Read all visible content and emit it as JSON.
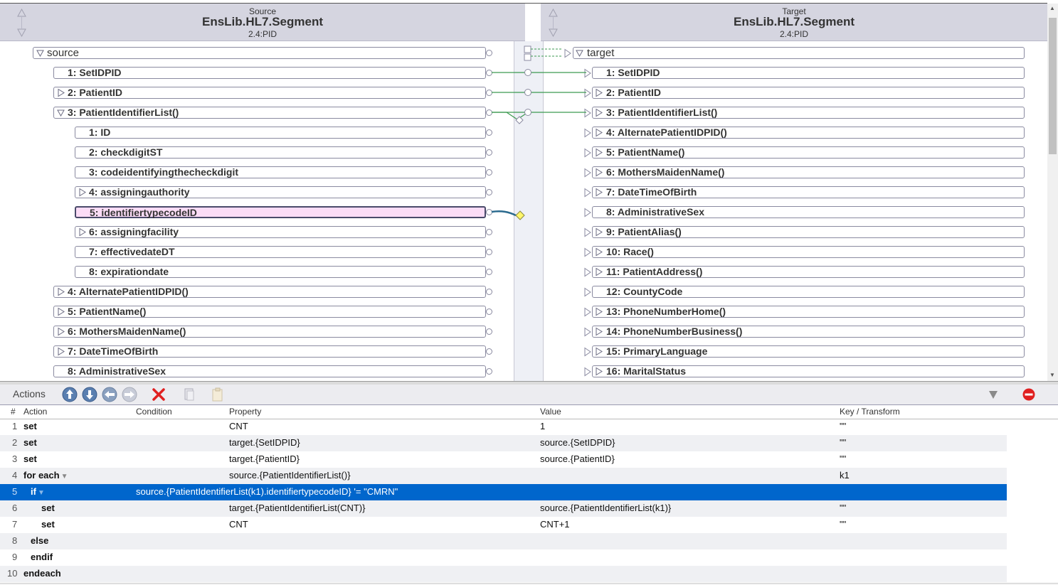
{
  "source_header": {
    "label": "Source",
    "class_name": "EnsLib.HL7.Segment",
    "doc_type": "2.4:PID"
  },
  "target_header": {
    "label": "Target",
    "class_name": "EnsLib.HL7.Segment",
    "doc_type": "2.4:PID"
  },
  "source_tree": [
    {
      "label": "source",
      "level": 0,
      "expander": "open",
      "plain": true
    },
    {
      "label": "1: SetIDPID",
      "level": 1,
      "expander": "none"
    },
    {
      "label": "2: PatientID",
      "level": 1,
      "expander": "closed"
    },
    {
      "label": "3: PatientIdentifierList()",
      "level": 1,
      "expander": "open"
    },
    {
      "label": "1: ID",
      "level": 2,
      "expander": "none"
    },
    {
      "label": "2: checkdigitST",
      "level": 2,
      "expander": "none"
    },
    {
      "label": "3: codeidentifyingthecheckdigit",
      "level": 2,
      "expander": "none"
    },
    {
      "label": "4: assigningauthority",
      "level": 2,
      "expander": "closed"
    },
    {
      "label": "5: identifiertypecodeID",
      "level": 2,
      "expander": "none",
      "selected": true
    },
    {
      "label": "6: assigningfacility",
      "level": 2,
      "expander": "closed"
    },
    {
      "label": "7: effectivedateDT",
      "level": 2,
      "expander": "none"
    },
    {
      "label": "8: expirationdate",
      "level": 2,
      "expander": "none"
    },
    {
      "label": "4: AlternatePatientIDPID()",
      "level": 1,
      "expander": "closed"
    },
    {
      "label": "5: PatientName()",
      "level": 1,
      "expander": "closed"
    },
    {
      "label": "6: MothersMaidenName()",
      "level": 1,
      "expander": "closed"
    },
    {
      "label": "7: DateTimeOfBirth",
      "level": 1,
      "expander": "closed"
    },
    {
      "label": "8: AdministrativeSex",
      "level": 1,
      "expander": "none"
    }
  ],
  "target_tree": [
    {
      "label": "target",
      "expander": "open",
      "plain": true
    },
    {
      "label": "1: SetIDPID",
      "expander": "none"
    },
    {
      "label": "2: PatientID",
      "expander": "closed"
    },
    {
      "label": "3: PatientIdentifierList()",
      "expander": "closed"
    },
    {
      "label": "4: AlternatePatientIDPID()",
      "expander": "closed"
    },
    {
      "label": "5: PatientName()",
      "expander": "closed"
    },
    {
      "label": "6: MothersMaidenName()",
      "expander": "closed"
    },
    {
      "label": "7: DateTimeOfBirth",
      "expander": "closed"
    },
    {
      "label": "8: AdministrativeSex",
      "expander": "none"
    },
    {
      "label": "9: PatientAlias()",
      "expander": "closed"
    },
    {
      "label": "10: Race()",
      "expander": "closed"
    },
    {
      "label": "11: PatientAddress()",
      "expander": "closed"
    },
    {
      "label": "12: CountyCode",
      "expander": "none"
    },
    {
      "label": "13: PhoneNumberHome()",
      "expander": "closed"
    },
    {
      "label": "14: PhoneNumberBusiness()",
      "expander": "closed"
    },
    {
      "label": "15: PrimaryLanguage",
      "expander": "closed"
    },
    {
      "label": "16: MaritalStatus",
      "expander": "closed"
    }
  ],
  "actions_panel": {
    "title": "Actions",
    "toolbar": [
      "move-up",
      "move-down",
      "outdent",
      "indent",
      "delete",
      "copy",
      "paste"
    ],
    "columns": {
      "num": "#",
      "action": "Action",
      "condition": "Condition",
      "property": "Property",
      "value": "Value",
      "key": "Key / Transform"
    },
    "rows": [
      {
        "num": "1",
        "action": "set",
        "indent": 0,
        "condition": "",
        "property": "CNT",
        "value": "1",
        "key": "\"\""
      },
      {
        "num": "2",
        "action": "set",
        "indent": 0,
        "condition": "",
        "property": "target.{SetIDPID}",
        "value": "source.{SetIDPID}",
        "key": "\"\""
      },
      {
        "num": "3",
        "action": "set",
        "indent": 0,
        "condition": "",
        "property": "target.{PatientID}",
        "value": "source.{PatientID}",
        "key": "\"\""
      },
      {
        "num": "4",
        "action": "for each",
        "indent": 0,
        "dropdown": true,
        "condition": "",
        "property": "source.{PatientIdentifierList()}",
        "value": "",
        "key": "k1"
      },
      {
        "num": "5",
        "action": "if",
        "indent": 1,
        "dropdown": true,
        "selected": true,
        "condition": "source.{PatientIdentifierList(k1).identifiertypecodeID} '= \"CMRN\"",
        "property": "",
        "value": "",
        "key": ""
      },
      {
        "num": "6",
        "action": "set",
        "indent": 2,
        "condition": "",
        "property": "target.{PatientIdentifierList(CNT)}",
        "value": "source.{PatientIdentifierList(k1)}",
        "key": "\"\""
      },
      {
        "num": "7",
        "action": "set",
        "indent": 2,
        "condition": "",
        "property": "CNT",
        "value": "CNT+1",
        "key": "\"\""
      },
      {
        "num": "8",
        "action": "else",
        "indent": 1,
        "condition": "",
        "property": "",
        "value": "",
        "key": ""
      },
      {
        "num": "9",
        "action": "endif",
        "indent": 1,
        "condition": "",
        "property": "",
        "value": "",
        "key": ""
      },
      {
        "num": "10",
        "action": "endeach",
        "indent": 0,
        "condition": "",
        "property": "",
        "value": "",
        "key": ""
      }
    ]
  },
  "colors": {
    "selected_row": "#0066cc",
    "selected_node": "#fbdcf6",
    "map_line": "#3c9a50",
    "map_line_selected": "#2a6a8e",
    "delete": "#e02020"
  }
}
